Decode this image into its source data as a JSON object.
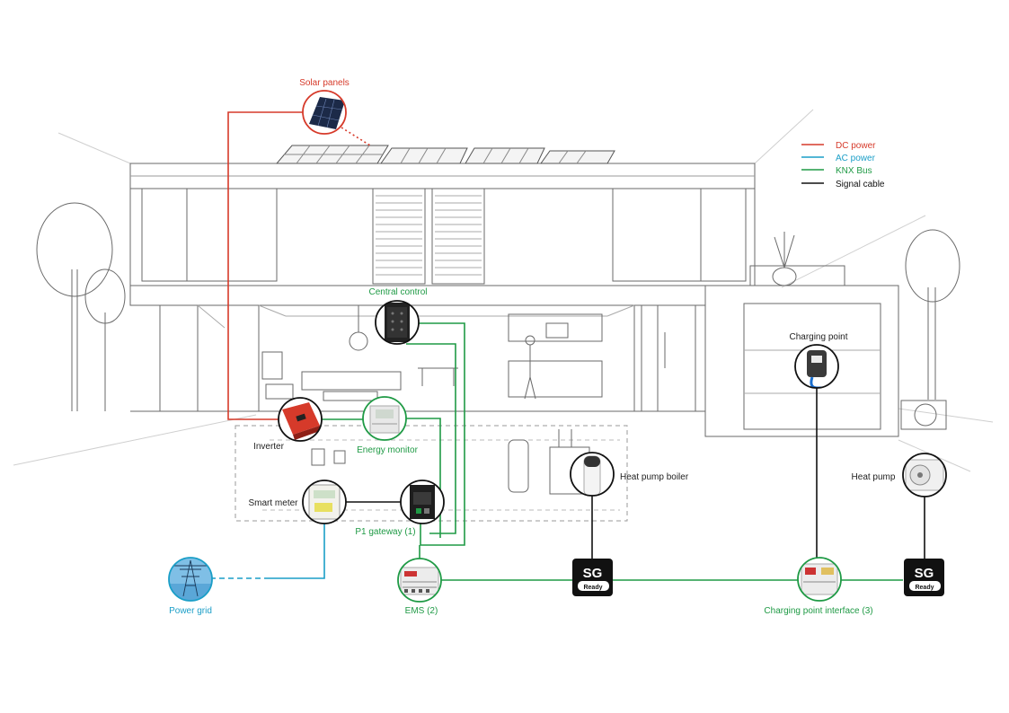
{
  "colors": {
    "dc": "#d63a2a",
    "ac": "#1a9ec7",
    "knx": "#1f9a45",
    "signal": "#111111",
    "sketch": "#6a6a6a",
    "label_default": "#222222"
  },
  "legend": {
    "dc": "DC power",
    "ac": "AC power",
    "knx": "KNX Bus",
    "signal": "Signal cable"
  },
  "labels": {
    "solar_panels": "Solar panels",
    "central_control": "Central control",
    "charging_point": "Charging point",
    "inverter": "Inverter",
    "energy_monitor": "Energy monitor",
    "heat_pump_boiler": "Heat pump boiler",
    "heat_pump": "Heat pump",
    "smart_meter": "Smart meter",
    "p1_gateway": "P1 gateway (1)",
    "power_grid": "Power grid",
    "ems": "EMS (2)",
    "charging_point_interface": "Charging point interface (3)"
  },
  "sg_badges": {
    "main": "SG",
    "sub": "Ready"
  },
  "icons": {
    "solar_panels": "solar-panel-icon",
    "central_control": "touch-panel-icon",
    "inverter": "inverter-icon",
    "energy_monitor": "energy-monitor-icon",
    "smart_meter": "smart-meter-icon",
    "p1_gateway": "din-rail-gateway-icon",
    "power_grid": "pylon-icon",
    "ems": "din-rail-module-icon",
    "heat_pump_boiler": "boiler-icon",
    "charging_point": "wallbox-icon",
    "charging_point_interface": "din-rail-module-icon",
    "heat_pump": "outdoor-unit-icon"
  }
}
